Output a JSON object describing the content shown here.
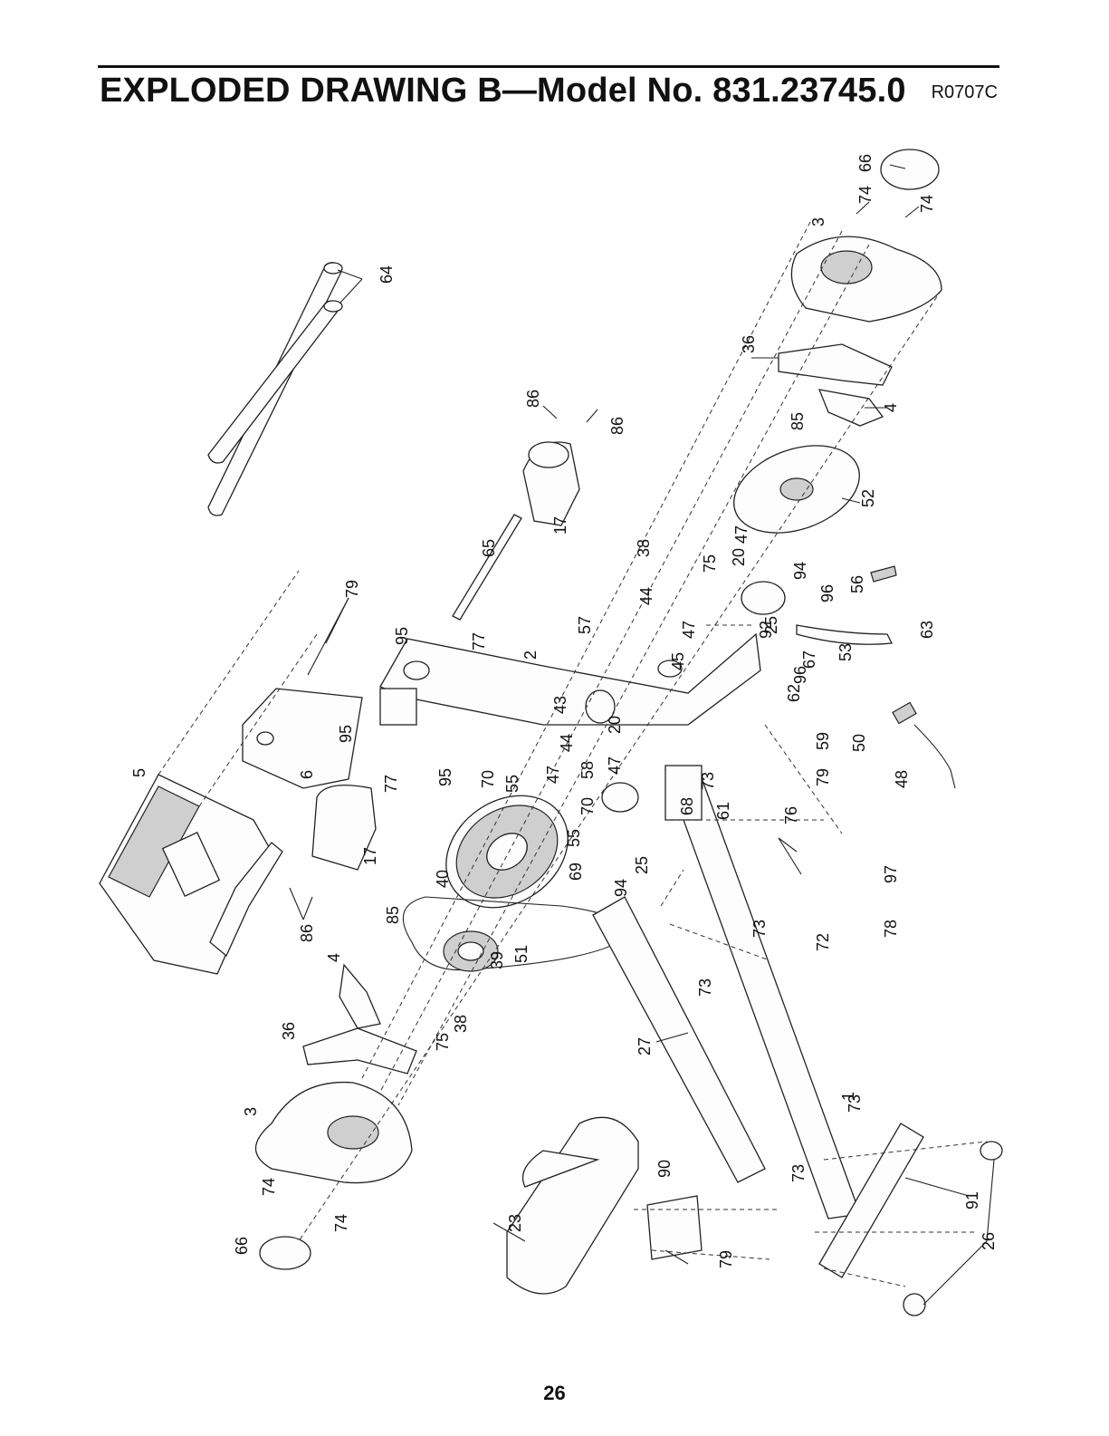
{
  "header": {
    "title": "EXPLODED DRAWING B—Model No. 831.23745.0",
    "code": "R0707C"
  },
  "page_number": "26",
  "callouts": [
    "1",
    "2",
    "3",
    "3",
    "4",
    "4",
    "5",
    "6",
    "17",
    "17",
    "20",
    "20",
    "23",
    "25",
    "25",
    "26",
    "27",
    "36",
    "36",
    "38",
    "38",
    "39",
    "40",
    "43",
    "44",
    "44",
    "45",
    "47",
    "47",
    "47",
    "47",
    "48",
    "50",
    "51",
    "52",
    "53",
    "55",
    "55",
    "56",
    "57",
    "58",
    "59",
    "61",
    "62",
    "63",
    "64",
    "65",
    "66",
    "66",
    "67",
    "68",
    "69",
    "70",
    "70",
    "72",
    "73",
    "73",
    "73",
    "73",
    "73",
    "74",
    "74",
    "74",
    "74",
    "75",
    "75",
    "76",
    "77",
    "77",
    "78",
    "79",
    "79",
    "79",
    "85",
    "85",
    "86",
    "86",
    "86",
    "90",
    "91",
    "92",
    "94",
    "94",
    "95",
    "95",
    "95",
    "96",
    "96",
    "97"
  ]
}
